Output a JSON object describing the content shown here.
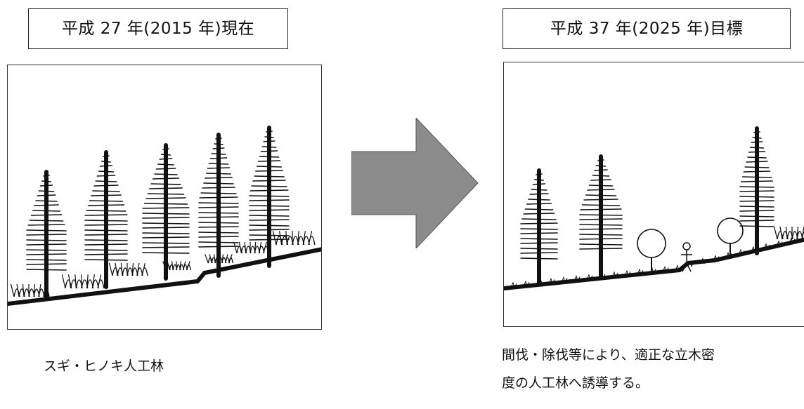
{
  "left": {
    "title": "平成 27 年(2015 年)現在",
    "caption": "スギ・ヒノキ人工林"
  },
  "right": {
    "title": "平成 37 年(2025 年)目標",
    "caption_lines": [
      "間伐・除伐等により、適正な立木密",
      "度の人工林へ誘導する。"
    ]
  },
  "colors": {
    "arrow_fill": "#8c8c8c",
    "arrow_stroke": "#555555",
    "ink": "#111111"
  }
}
